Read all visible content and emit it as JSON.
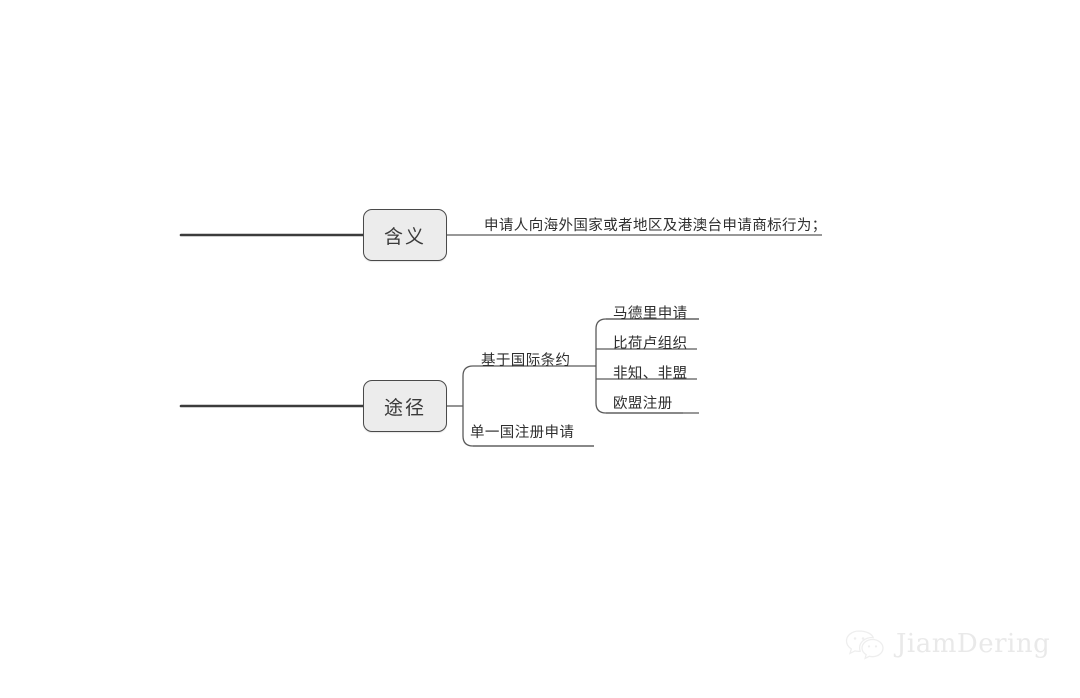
{
  "document": {
    "type": "mindmap",
    "background_color": "#ffffff",
    "node_fill_color": "#ececec",
    "node_border_color": "#4a4a4a",
    "line_color": "#4a4a4a",
    "text_color": "#2f2f2f"
  },
  "nodes": {
    "meaning": {
      "label": "含义",
      "detail": "申请人向海外国家或者地区及港澳台申请商标行为；"
    },
    "approach": {
      "label": "途径",
      "branches": [
        {
          "label": "基于国际条约",
          "children": [
            {
              "label": "马德里申请"
            },
            {
              "label": "比荷卢组织"
            },
            {
              "label": "非知、非盟"
            },
            {
              "label": "欧盟注册"
            }
          ]
        },
        {
          "label": "单一国注册申请",
          "children": []
        }
      ]
    }
  },
  "watermark": {
    "text": "JiamDering",
    "icon": "wechat-icon",
    "color": "#b9b9b9"
  }
}
